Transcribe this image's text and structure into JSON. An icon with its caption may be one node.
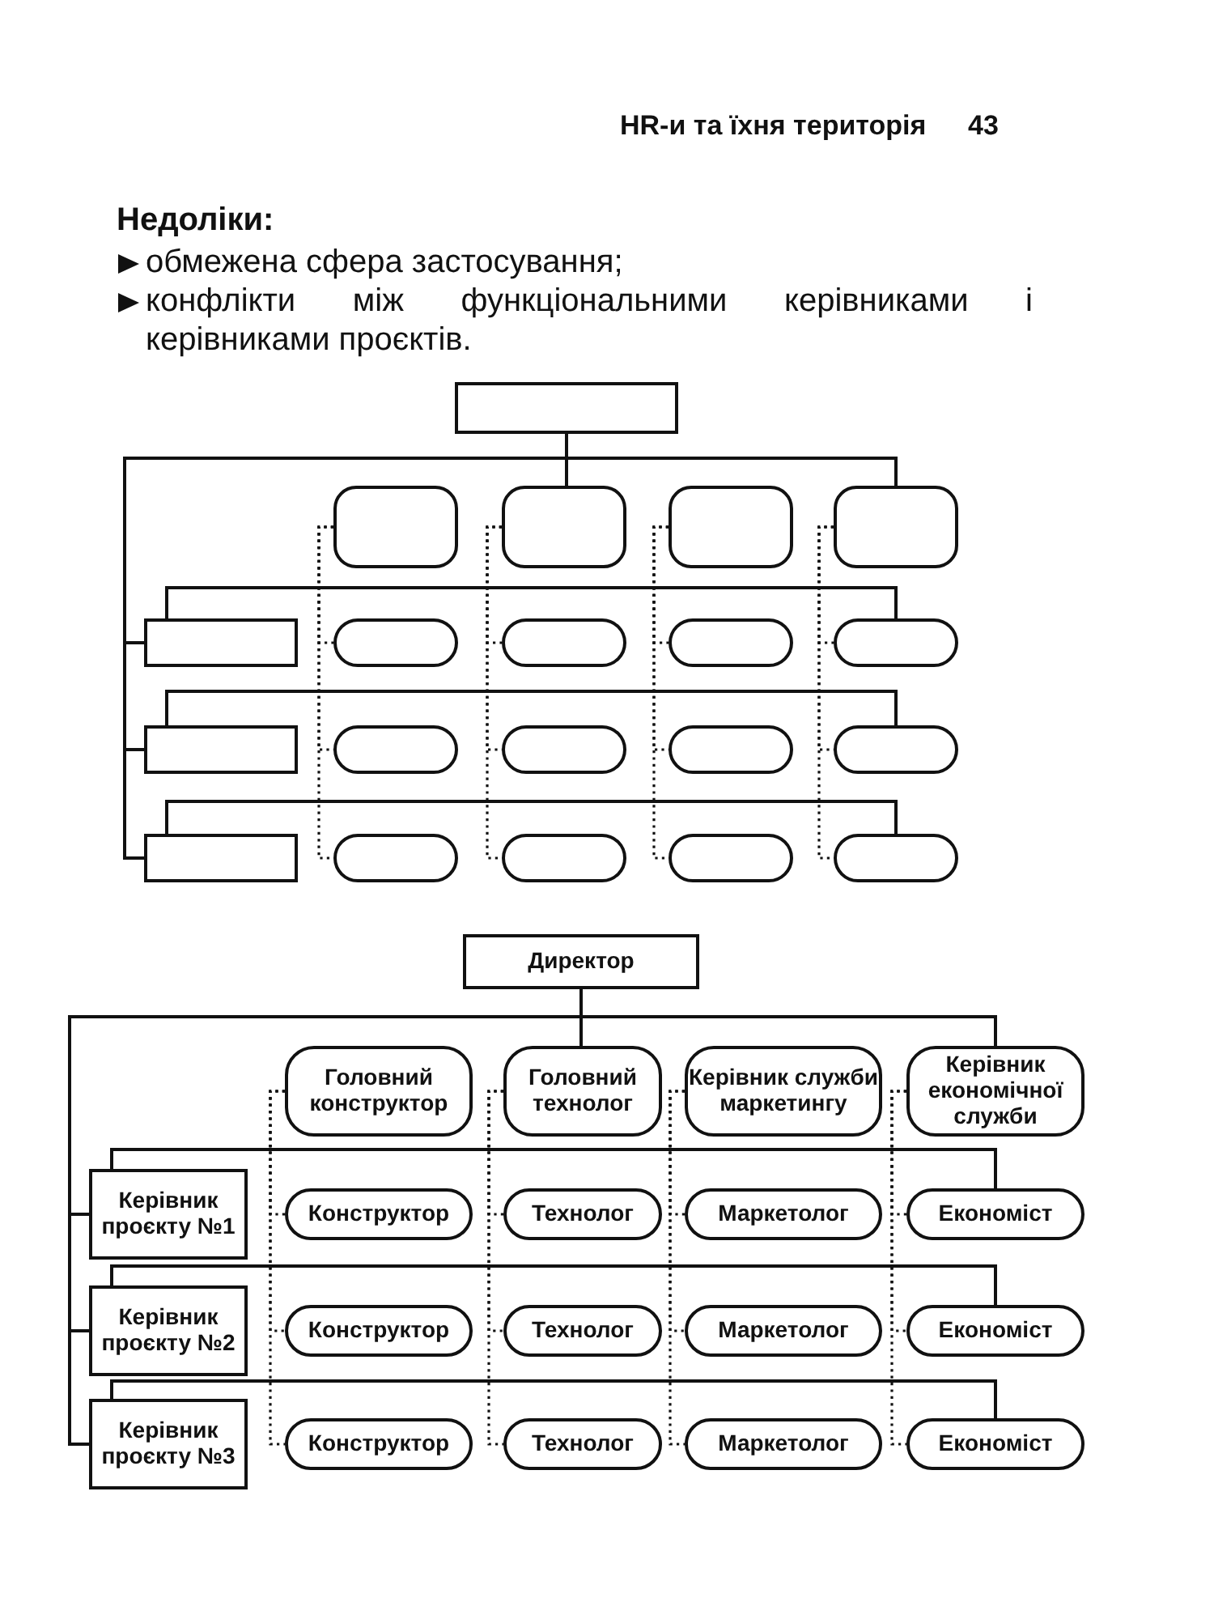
{
  "diagram": {
    "nodes": [
      {
        "text": [],
        "shape": "box"
      },
      {
        "text": [],
        "shape": "box"
      },
      {
        "text": [],
        "shape": "box"
      },
      {
        "text": [],
        "shape": "box"
      },
      {
        "text": [],
        "shape": "box"
      },
      {
        "text": [],
        "shape": "box"
      },
      {
        "text": [],
        "shape": "pill"
      },
      {
        "text": [],
        "shape": "pill"
      },
      {
        "text": [],
        "shape": "pill"
      },
      {
        "text": [],
        "shape": "pill"
      },
      {
        "text": [],
        "shape": "box"
      },
      {
        "text": [],
        "shape": "pill"
      },
      {
        "text": [],
        "shape": "pill"
      },
      {
        "text": [],
        "shape": "pill"
      },
      {
        "text": [],
        "shape": "pill"
      },
      {
        "text": [],
        "shape": "box"
      },
      {
        "text": [],
        "shape": "pill"
      },
      {
        "text": [],
        "shape": "pill"
      },
      {
        "text": [],
        "shape": "pill"
      },
      {
        "text": [],
        "shape": "pill"
      },
      {
        "text": [
          "Директор"
        ]
      },
      {
        "text": [
          "Головний конструктор"
        ]
      },
      {
        "text": [
          "Головний технолог"
        ]
      },
      {
        "text": [
          "Керівник служби маркетингу"
        ]
      },
      {
        "text": [
          "Керівник економічної служби"
        ]
      },
      {
        "text": [
          "Керівник проєкту №1"
        ]
      },
      {
        "text": [
          "Конструктор"
        ]
      },
      {
        "text": [
          "Технолог"
        ]
      },
      {
        "text": [
          "Маркетолог"
        ]
      },
      {
        "text": [
          "Економіст"
        ]
      },
      {
        "text": [
          "Керівник проєкту №2"
        ]
      },
      {
        "text": [
          "Конструктор"
        ]
      },
      {
        "text": [
          "Технолог"
        ]
      },
      {
        "text": [
          "Маркетолог"
        ]
      },
      {
        "text": [
          "Економіст"
        ]
      },
      {
        "text": [
          "Керівник проєкту №3"
        ]
      },
      {
        "text": [
          "Конструктор"
        ]
      },
      {
        "text": [
          "Технолог"
        ]
      },
      {
        "text": [
          "Маркетолог"
        ]
      },
      {
        "text": [
          "Економіст"
        ]
      }
    ],
    "edges": [
      {
        "from": 0,
        "to": 2,
        "arrow": "none"
      },
      {
        "from": 0,
        "to": 4,
        "arrow": "none"
      },
      {
        "from": 0,
        "to": 5,
        "arrow": "none"
      },
      {
        "from": 0,
        "to": 10,
        "arrow": "none"
      },
      {
        "from": 0,
        "to": 15,
        "arrow": "none"
      },
      {
        "from": 5,
        "to": 9,
        "arrow": "none"
      },
      {
        "from": 10,
        "to": 14,
        "arrow": "none"
      },
      {
        "from": 15,
        "to": 19,
        "arrow": "none"
      },
      {
        "from": 1,
        "to": 6,
        "arrow": "none",
        "style": "dashed"
      },
      {
        "from": 1,
        "to": 11,
        "arrow": "none",
        "style": "dashed"
      },
      {
        "from": 1,
        "to": 16,
        "arrow": "none",
        "style": "dashed"
      },
      {
        "from": 2,
        "to": 7,
        "arrow": "none",
        "style": "dashed"
      },
      {
        "from": 2,
        "to": 12,
        "arrow": "none",
        "style": "dashed"
      },
      {
        "from": 2,
        "to": 17,
        "arrow": "none",
        "style": "dashed"
      },
      {
        "from": 3,
        "to": 8,
        "arrow": "none",
        "style": "dashed"
      },
      {
        "from": 3,
        "to": 13,
        "arrow": "none",
        "style": "dashed"
      },
      {
        "from": 3,
        "to": 18,
        "arrow": "none",
        "style": "dashed"
      },
      {
        "from": 4,
        "to": 9,
        "arrow": "none",
        "style": "dashed"
      },
      {
        "from": 4,
        "to": 14,
        "arrow": "none",
        "style": "dashed"
      },
      {
        "from": 4,
        "to": 19,
        "arrow": "none",
        "style": "dashed"
      },
      {
        "from": 20,
        "to": 22,
        "arrow": "none"
      },
      {
        "from": 20,
        "to": 24,
        "arrow": "none"
      },
      {
        "from": 20,
        "to": 25,
        "arrow": "none"
      },
      {
        "from": 20,
        "to": 30,
        "arrow": "none"
      },
      {
        "from": 20,
        "to": 35,
        "arrow": "none"
      },
      {
        "from": 25,
        "to": 29,
        "arrow": "none"
      },
      {
        "from": 30,
        "to": 34,
        "arrow": "none"
      },
      {
        "from": 35,
        "to": 39,
        "arrow": "none"
      },
      {
        "from": 21,
        "to": 26,
        "arrow": "none",
        "style": "dashed"
      },
      {
        "from": 21,
        "to": 31,
        "arrow": "none",
        "style": "dashed"
      },
      {
        "from": 21,
        "to": 36,
        "arrow": "none",
        "style": "dashed"
      },
      {
        "from": 22,
        "to": 27,
        "arrow": "none",
        "style": "dashed"
      },
      {
        "from": 22,
        "to": 32,
        "arrow": "none",
        "style": "dashed"
      },
      {
        "from": 22,
        "to": 37,
        "arrow": "none",
        "style": "dashed"
      },
      {
        "from": 23,
        "to": 28,
        "arrow": "none",
        "style": "dashed"
      },
      {
        "from": 23,
        "to": 33,
        "arrow": "none",
        "style": "dashed"
      },
      {
        "from": 23,
        "to": 38,
        "arrow": "none",
        "style": "dashed"
      },
      {
        "from": 24,
        "to": 29,
        "arrow": "none",
        "style": "dashed"
      },
      {
        "from": 24,
        "to": 34,
        "arrow": "none",
        "style": "dashed"
      },
      {
        "from": 24,
        "to": 39,
        "arrow": "none",
        "style": "dashed"
      }
    ],
    "labels": [
      "HR-и та їхня територія",
      "43",
      "Недоліки:",
      "обмежена сфера застосування;",
      "конфлікти між функціональними керівниками і керівниками проєктів."
    ]
  }
}
